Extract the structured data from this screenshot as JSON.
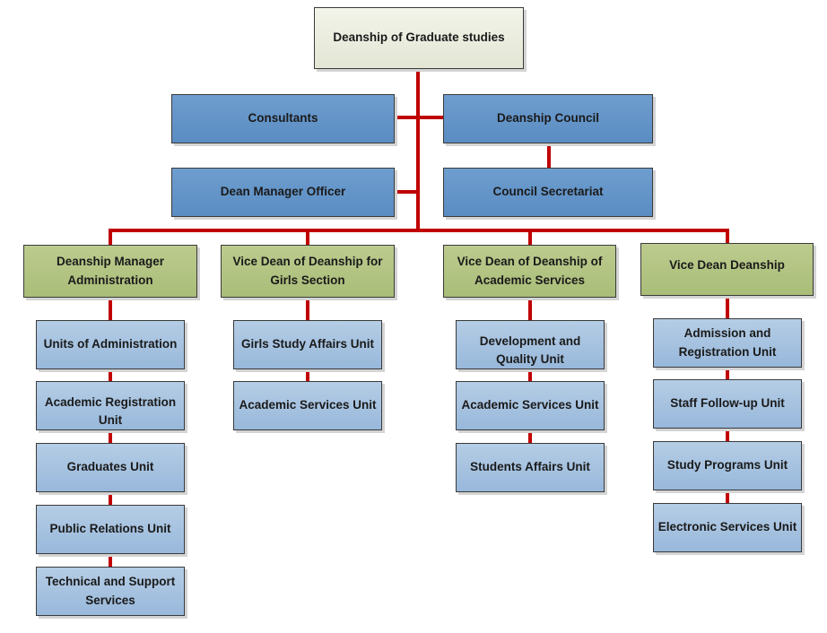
{
  "chart_data": {
    "type": "org-chart",
    "root": "Deanship of Graduate studies",
    "staff_left": [
      "Consultants",
      "Dean Manager Officer"
    ],
    "staff_right": [
      "Deanship Council",
      "Council Secretariat"
    ],
    "branches": [
      {
        "head": "Deanship Manager Administration",
        "units": [
          "Units of  Administration",
          "Academic Registration Unit",
          "Graduates Unit",
          "Public Relations  Unit",
          "Technical and  Support Services"
        ]
      },
      {
        "head": "Vice Dean of Deanship for Girls Section",
        "units": [
          "Girls Study Affairs Unit",
          "Academic Services Unit"
        ]
      },
      {
        "head": "Vice Dean of Deanship of Academic Services",
        "units": [
          "Development and Quality Unit",
          "Academic Services Unit",
          "Students Affairs Unit"
        ]
      },
      {
        "head": "Vice Dean Deanship",
        "units": [
          "Admission and Registration Unit",
          "Staff Follow-up Unit",
          "Study Programs Unit",
          "Electronic Services Unit"
        ]
      }
    ]
  },
  "colors": {
    "connector": "#c00000",
    "root_fill": "#eaecdf",
    "staff_fill": "#6596c9",
    "head_fill": "#b3c584",
    "unit_fill": "#a7c3e0"
  }
}
